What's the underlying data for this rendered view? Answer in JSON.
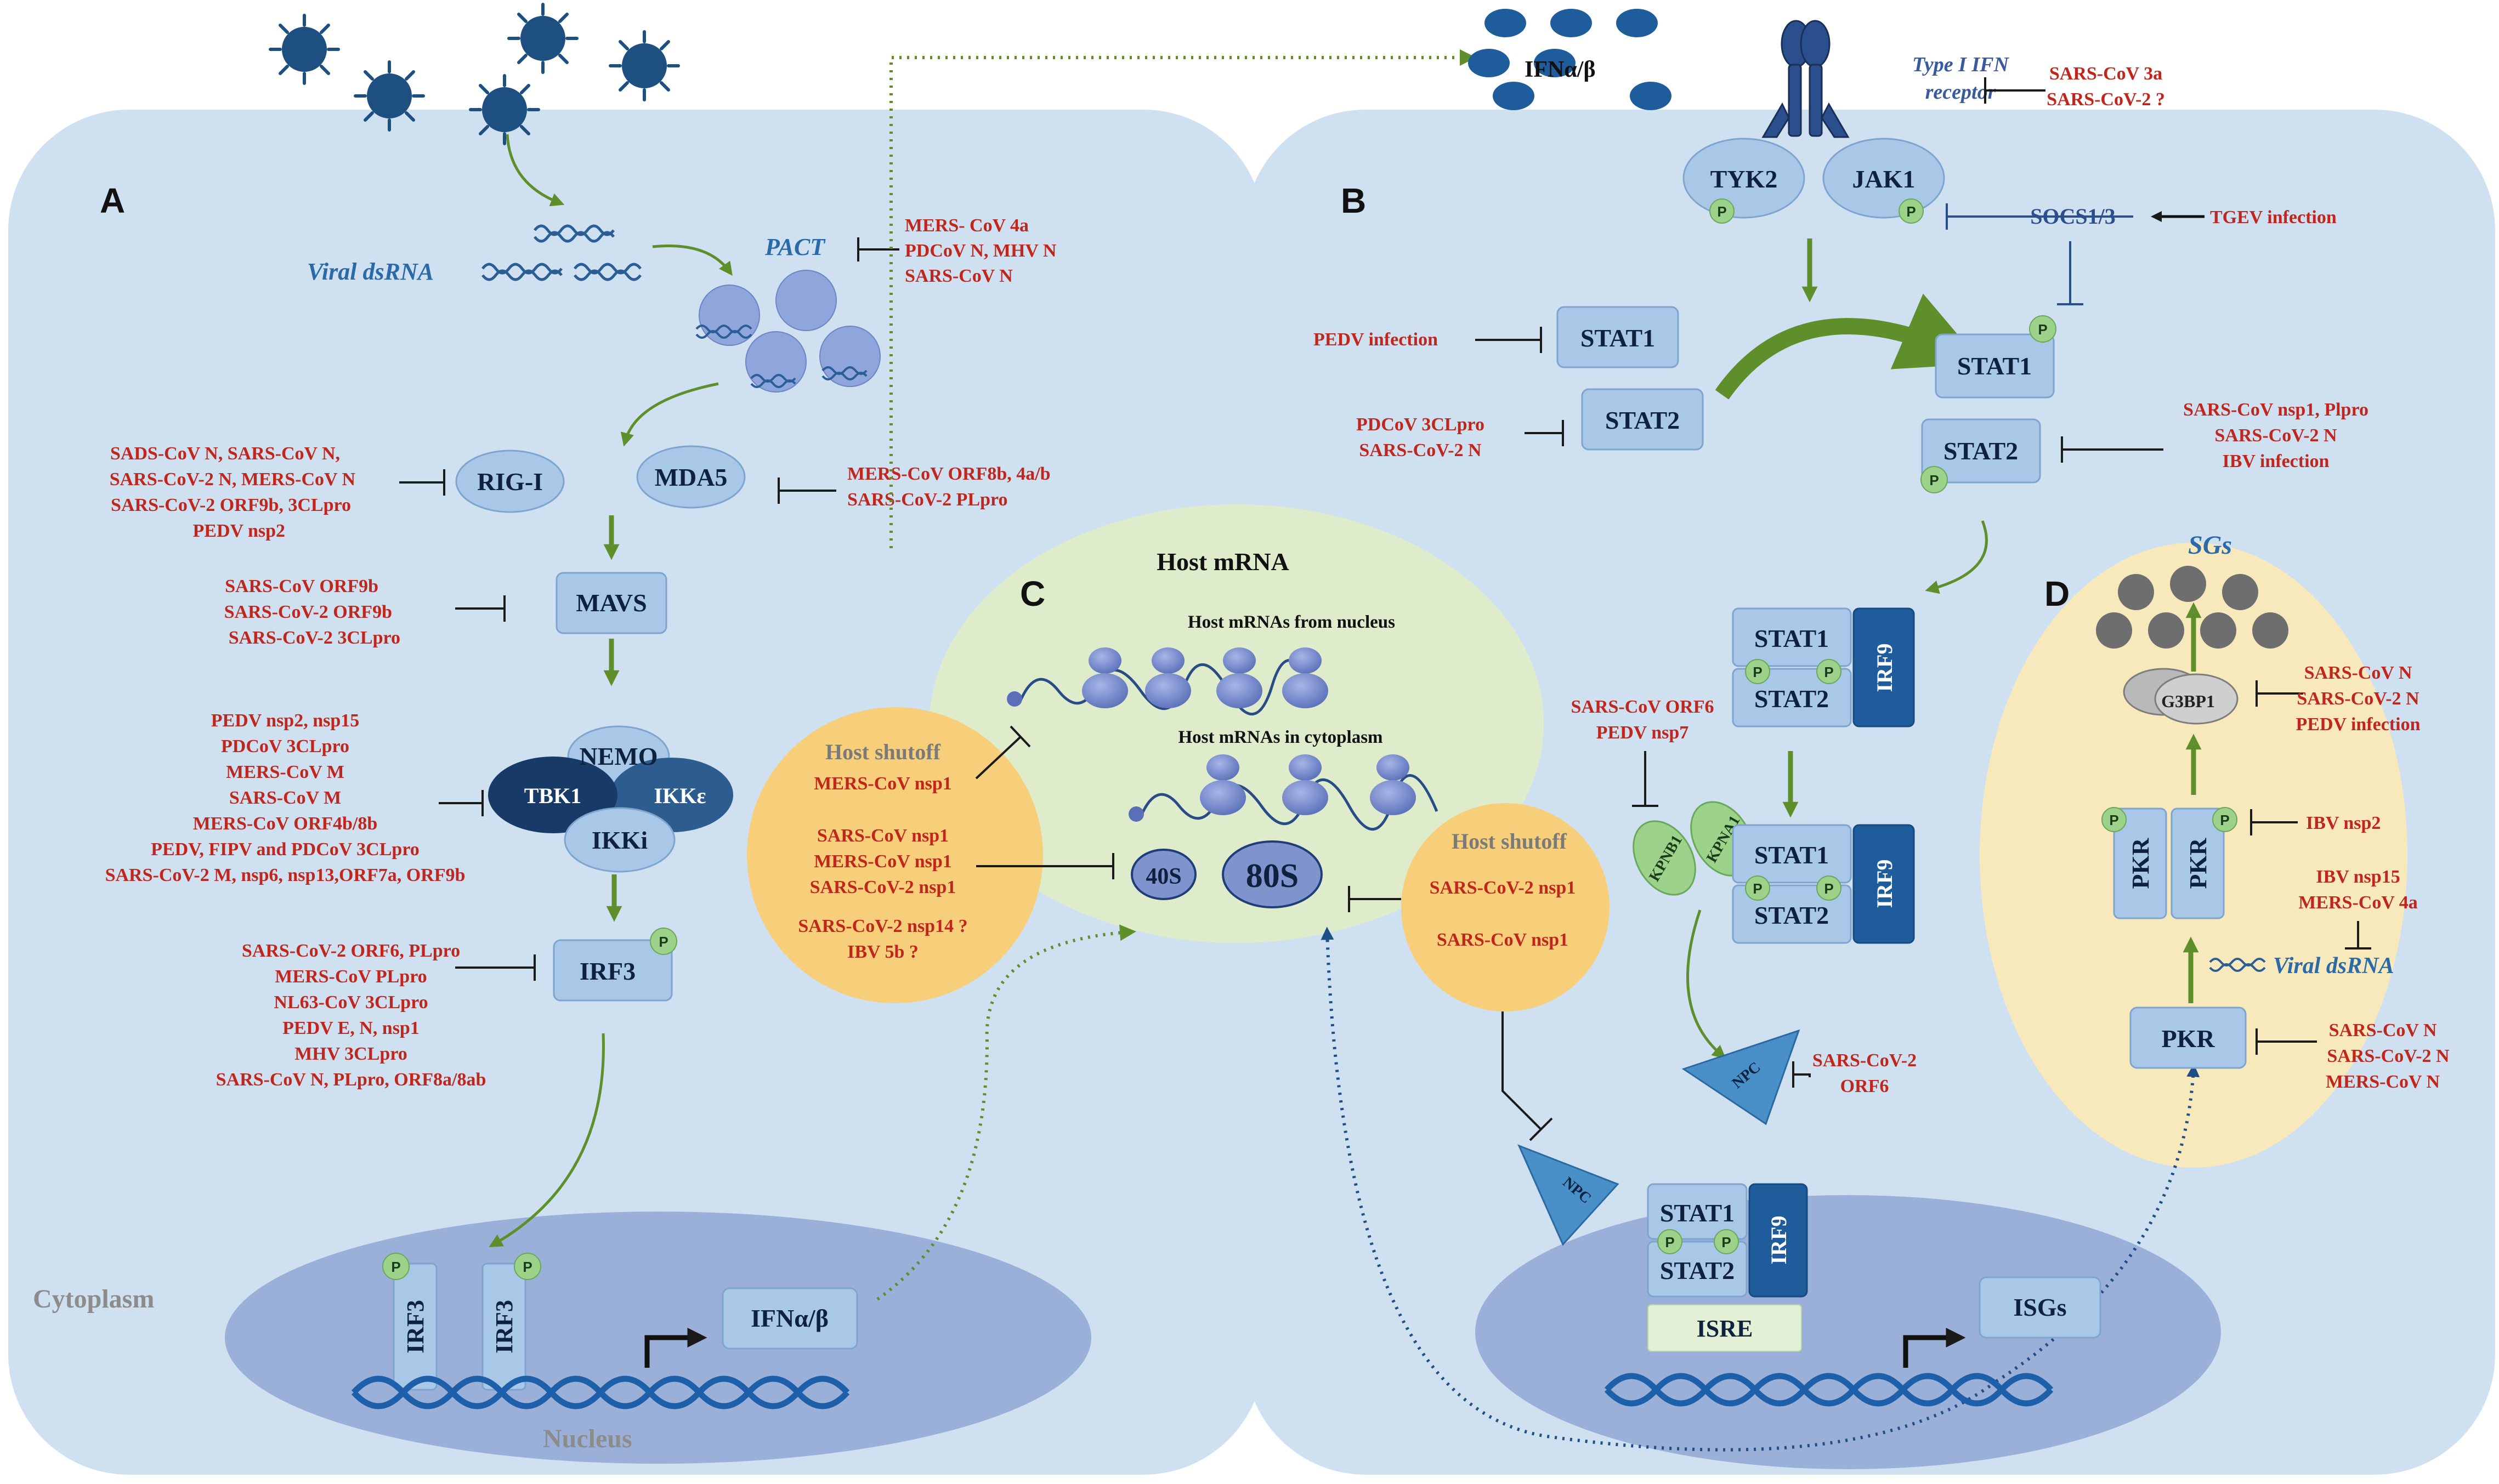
{
  "panels": {
    "a": "A",
    "b": "B",
    "c": "C",
    "d": "D"
  },
  "compartments": {
    "cytoplasm": "Cytoplasm",
    "nucleus": "Nucleus"
  },
  "panel_a": {
    "viral_dsrna": "Viral dsRNA",
    "pact": "PACT",
    "pact_inhibitors": [
      "MERS- CoV 4a",
      "PDCoV N, MHV N",
      "SARS-CoV N"
    ],
    "rig_i": "RIG-I",
    "mda5": "MDA5",
    "rig_inhibitors": [
      "SADS-CoV N, SARS-CoV N,",
      "SARS-CoV-2 N, MERS-CoV N",
      "SARS-CoV-2 ORF9b, 3CLpro",
      "PEDV nsp2"
    ],
    "mda5_inhibitors": [
      "MERS-CoV ORF8b, 4a/b",
      "SARS-CoV-2 PLpro"
    ],
    "mavs": "MAVS",
    "mavs_inhibitors": [
      "SARS-CoV ORF9b",
      "SARS-CoV-2 ORF9b",
      "SARS-CoV-2 3CLpro"
    ],
    "nemo": "NEMO",
    "tbk1": "TBK1",
    "ikke": "IKKε",
    "ikki": "IKKi",
    "tbk_inhibitors": [
      "PEDV nsp2, nsp15",
      "PDCoV 3CLpro",
      "MERS-CoV M",
      "SARS-CoV M",
      "MERS-CoV ORF4b/8b",
      "PEDV, FIPV and PDCoV 3CLpro",
      "SARS-CoV-2 M, nsp6, nsp13,ORF7a, ORF9b"
    ],
    "irf3": "IRF3",
    "irf3_inhibitors": [
      "SARS-CoV-2 ORF6, PLpro",
      "MERS-CoV PLpro",
      "NL63-CoV 3CLpro",
      "PEDV E, N, nsp1",
      "MHV 3CLpro",
      "SARS-CoV N, PLpro, ORF8a/8ab"
    ],
    "nuclear_irf3": "IRF3",
    "ifn_gene": "IFNα/β"
  },
  "phospho": "P",
  "panel_b": {
    "ifn": "IFNα/β",
    "receptor": [
      "Type I IFN",
      "receptor"
    ],
    "receptor_inhibitors": [
      "SARS-CoV 3a",
      "SARS-CoV-2 ?"
    ],
    "tyk2": "TYK2",
    "jak1": "JAK1",
    "socs": "SOCS1/3",
    "tgev": "TGEV infection",
    "stat1": "STAT1",
    "stat2": "STAT2",
    "irf9": "IRF9",
    "pedv_infection": "PEDV infection",
    "stat2_inhibitors_left": [
      "PDCoV 3CLpro",
      "SARS-CoV-2 N"
    ],
    "stat2_inhibitors_right": [
      "SARS-CoV nsp1, Plpro",
      "SARS-CoV-2 N",
      "IBV infection"
    ],
    "kpn_inhibitors": [
      "SARS-CoV ORF6",
      "PEDV nsp7"
    ],
    "kpnb1": "KPNB1",
    "kpna1": "KPNA1",
    "npc": "NPC",
    "npc_inhibitors": [
      "SARS-CoV-2",
      "ORF6"
    ],
    "isre": "ISRE",
    "isgs": "ISGs"
  },
  "panel_c": {
    "title": "Host mRNA",
    "from_nucleus": "Host mRNAs from nucleus",
    "in_cytoplasm": "Host mRNAs in cytoplasm",
    "ribo_40s": "40S",
    "ribo_80s": "80S",
    "shutoff_left": {
      "label": "Host shutoff",
      "a": "MERS-CoV nsp1",
      "b": [
        "SARS-CoV nsp1",
        "MERS-CoV nsp1",
        "SARS-CoV-2 nsp1"
      ],
      "c": [
        "SARS-CoV-2 nsp14 ?",
        "IBV 5b ?"
      ]
    },
    "shutoff_right": {
      "label": "Host shutoff",
      "items": [
        "SARS-CoV-2 nsp1",
        "SARS-CoV  nsp1"
      ]
    }
  },
  "panel_d": {
    "sgs": "SGs",
    "g3bp1": "G3BP1",
    "g3bp1_inhibitors": [
      "SARS-CoV N",
      "SARS-CoV-2 N",
      "PEDV infection"
    ],
    "pkr": "PKR",
    "ibv_nsp2": "IBV nsp2",
    "dsrna_inhibitors": [
      "IBV nsp15",
      "MERS-CoV 4a"
    ],
    "viral_dsrna": "Viral dsRNA",
    "pkr_inhibitors": [
      "SARS-CoV N",
      "SARS-CoV-2 N",
      "MERS-CoV N"
    ]
  },
  "colors": {
    "cell": "#cfe0f1",
    "nucleus": "#9bb0d8",
    "box": "#a9c8e7",
    "dark_box": "#1f5c9c",
    "inhibitor_text": "#c0261c",
    "arrow_green": "#5e8f2a",
    "shutoff_circle": "#f7cf7a",
    "host_mrna": "#dfeccb",
    "pkr_ellipse": "#f8e9bd"
  }
}
